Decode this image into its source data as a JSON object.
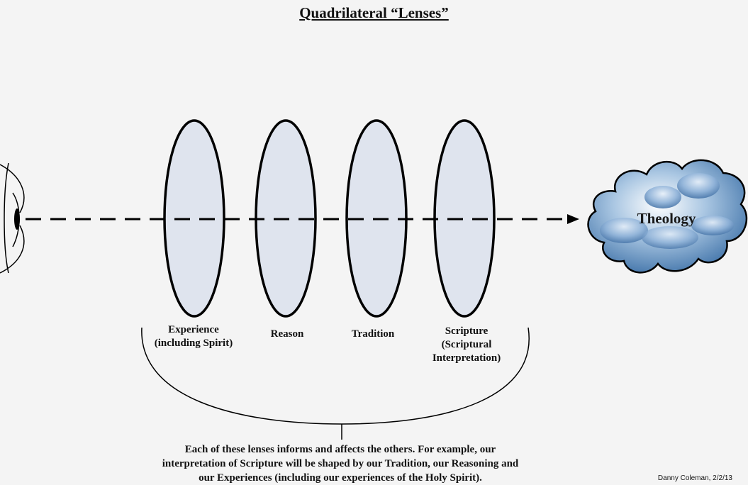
{
  "title": "Quadrilateral “Lenses”",
  "lenses": [
    {
      "line1": "Experience",
      "line2": "(including Spirit)",
      "line3": ""
    },
    {
      "line1": "Reason",
      "line2": "",
      "line3": ""
    },
    {
      "line1": "Tradition",
      "line2": "",
      "line3": ""
    },
    {
      "line1": "Scripture",
      "line2": "(Scriptural",
      "line3": "Interpretation)"
    }
  ],
  "target": "Theology",
  "caption": {
    "line1": "Each of these lenses informs and affects the others.  For example, our",
    "line2": "interpretation of Scripture will be shaped by our Tradition, our Reasoning and",
    "line3": "our Experiences (including our experiences of the Holy Spirit)."
  },
  "credit": "Danny Coleman, 2/2/13",
  "colors": {
    "lens_fill": "#dfe4ee",
    "cloud_dark": "#3f72a8",
    "cloud_light": "#a9c6e2",
    "stroke": "#000000"
  }
}
